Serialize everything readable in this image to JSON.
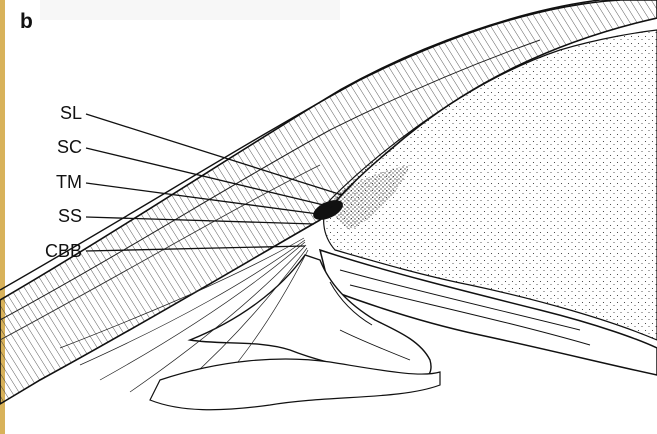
{
  "figure": {
    "panel_letter": "b",
    "labels": {
      "sl": "SL",
      "sc": "SC",
      "tm": "TM",
      "ss": "SS",
      "cbb": "CBB"
    }
  }
}
